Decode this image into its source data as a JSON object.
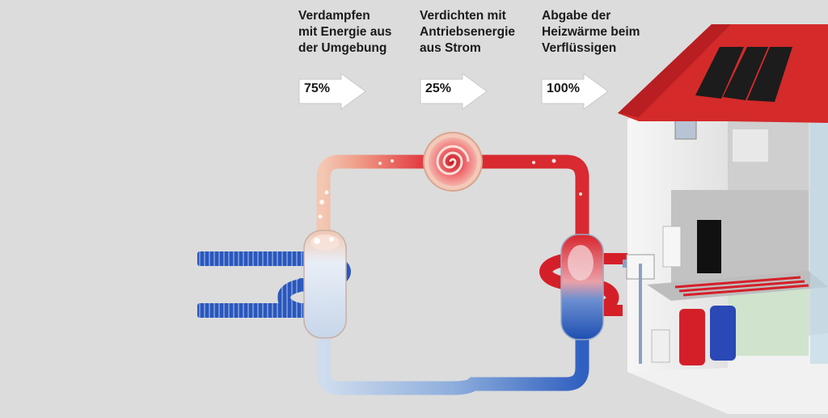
{
  "steps": [
    {
      "lines": [
        "Verdampfen",
        "mit Energie aus",
        "der Umgebung"
      ],
      "percent": "75%"
    },
    {
      "lines": [
        "Verdichten mit",
        "Antriebsenergie",
        "aus Strom"
      ],
      "percent": "25%"
    },
    {
      "lines": [
        "Abgabe der",
        "Heizwärme beim",
        "Verflüssigen"
      ],
      "percent": "100%"
    }
  ],
  "colors": {
    "background": "#dcdcdc",
    "cold_blue": "#2a55b8",
    "hot_red": "#d8202a",
    "warm_peach": "#f0b49a",
    "roof_red": "#d42a2a",
    "solar_panel": "#1c1c1c"
  }
}
